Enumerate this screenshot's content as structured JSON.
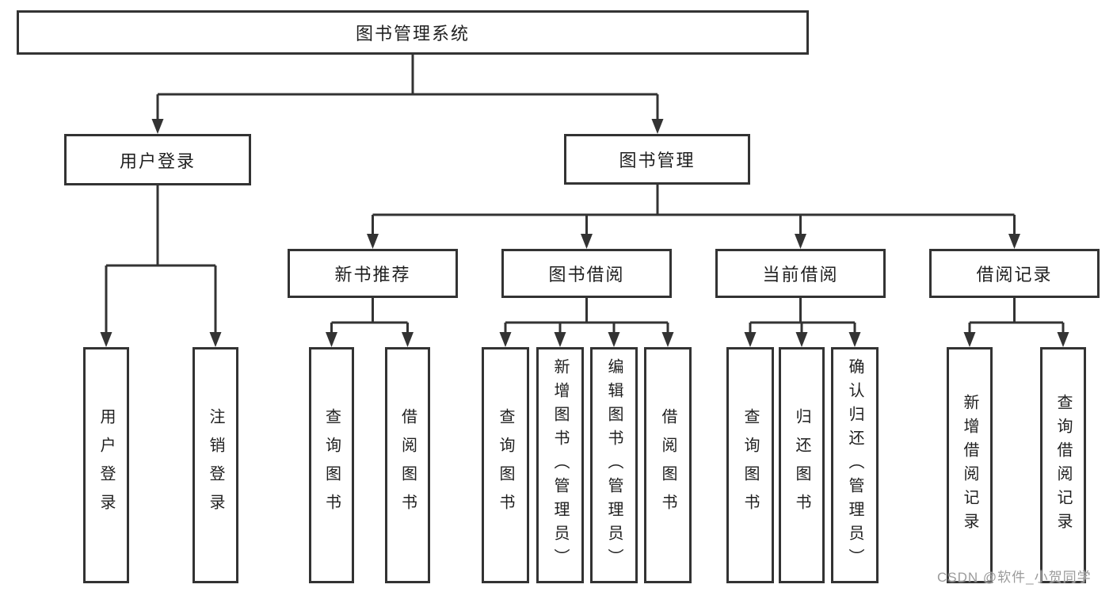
{
  "diagram": {
    "root_label": "图书管理系统",
    "level1": [
      "用户登录",
      "图书管理"
    ],
    "level2": [
      "新书推荐",
      "图书借阅",
      "当前借阅",
      "借阅记录"
    ],
    "leaves": {
      "user_login": [
        "用户登录",
        "注销登录"
      ],
      "new_book_recommend": [
        "查询图书",
        "借阅图书"
      ],
      "book_borrow": [
        "查询图书",
        "新增图书（管理员）",
        "编辑图书（管理员）",
        "借阅图书"
      ],
      "current_borrow": [
        "查询图书",
        "归还图书",
        "确认归还（管理员）"
      ],
      "borrow_record": [
        "新增借阅记录",
        "查询借阅记录"
      ]
    }
  },
  "watermark": {
    "text": "CSDN @软件_小贺同学"
  },
  "colors": {
    "line": "#333333",
    "border": "#333333",
    "text": "#1f1f1f",
    "watermark": "#9b9b9b",
    "background": "#ffffff"
  }
}
